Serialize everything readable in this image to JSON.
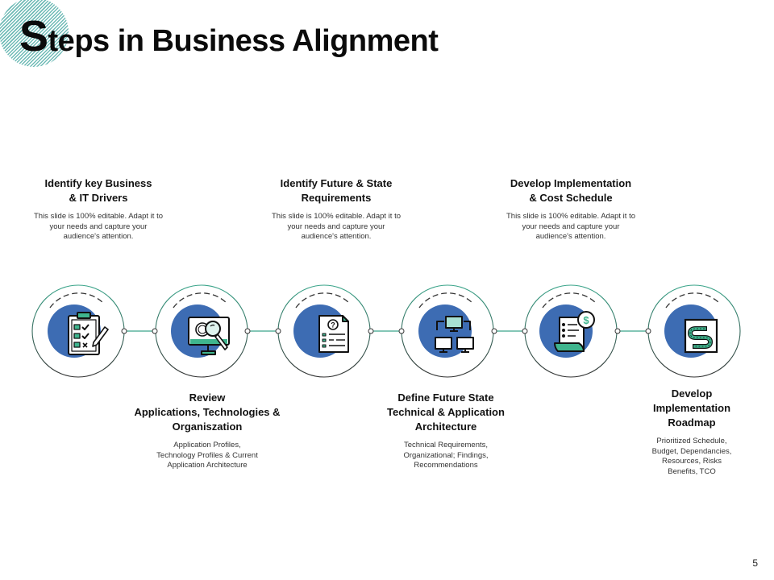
{
  "slide": {
    "title_first_letter": "S",
    "title_rest": "teps in Business Alignment",
    "page_number": "5"
  },
  "colors": {
    "accent_teal": "#5fb3ae",
    "icon_green": "#3fb58e",
    "circle_blue": "#3d6cb3",
    "outline": "#2e8b7a"
  },
  "steps_top": [
    {
      "title": "Identify key Business\n& IT Drivers",
      "desc": "This slide is 100% editable.  Adapt it to\nyour needs and capture your\naudience's attention."
    },
    {
      "title": "Identify Future & State\nRequirements",
      "desc": "This slide is 100% editable.  Adapt it to\nyour needs and capture your\naudience's attention."
    },
    {
      "title": "Develop Implementation\n& Cost Schedule",
      "desc": "This slide is 100% editable.  Adapt it to\nyour needs and capture your\naudience's attention."
    }
  ],
  "steps_bottom": [
    {
      "title": "Review\nApplications, Technologies &\nOrganiszation",
      "desc": "Application Profiles,\nTechnology Profiles & Current\nApplication Architecture"
    },
    {
      "title": "Define Future State\nTechnical & Application\nArchitecture",
      "desc": "Technical Requirements,\nOrganizational; Findings,\nRecommendations"
    },
    {
      "title": "Develop\nImplementation\nRoadmap",
      "desc": "Prioritized Schedule,\nBudget, Dependancies,\nResources, Risks\nBenefits, TCO"
    }
  ],
  "icons": [
    "checklist-clipboard-icon",
    "monitor-magnifier-coins-icon",
    "question-document-icon",
    "network-computers-icon",
    "invoice-dollar-icon",
    "road-roadmap-icon"
  ]
}
